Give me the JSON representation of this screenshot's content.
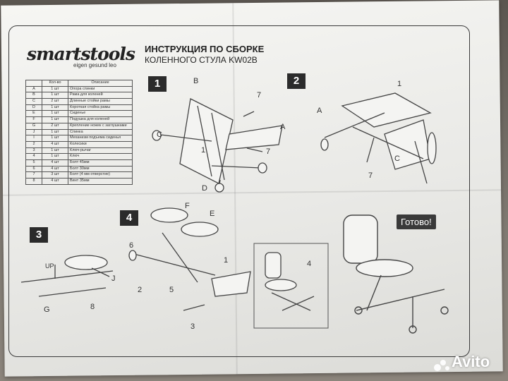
{
  "header": {
    "logo_text": "smartstools",
    "tagline": "eigen gesund  leo",
    "title_line1": "ИНСТРУКЦИЯ ПО СБОРКЕ",
    "title_line2": "КОЛЕННОГО СТУЛА KW02B"
  },
  "parts_table": {
    "columns": [
      "",
      "Кол-во",
      "Описание"
    ],
    "rows": [
      [
        "A",
        "1 шт",
        "Опора спинки"
      ],
      [
        "B",
        "1 шт",
        "Рама для коленей"
      ],
      [
        "C",
        "2 шт",
        "Длинные стойки рамы"
      ],
      [
        "D",
        "1 шт",
        "Короткая стойка рамы"
      ],
      [
        "E",
        "1 шт",
        "Сиденье"
      ],
      [
        "F",
        "1 шт",
        "Подушка для коленей"
      ],
      [
        "G",
        "2 шт",
        "Крепление ножек с заглушками"
      ],
      [
        "J",
        "1 шт",
        "Спинка"
      ],
      [
        "I",
        "1 шт",
        "Механизм подъема сиденья"
      ],
      [
        "2",
        "4 шт",
        "Колесики"
      ],
      [
        "3",
        "1 шт",
        "Ключ-рычаг"
      ],
      [
        "4",
        "1 шт",
        "Ключ"
      ],
      [
        "5",
        "4 шт",
        "Болт 45мм"
      ],
      [
        "6",
        "4 шт",
        "Болт 30мм"
      ],
      [
        "7",
        "3 шт",
        "Болт (4 мм отверстие)"
      ],
      [
        "8",
        "4 шт",
        "Винт 35мм"
      ]
    ]
  },
  "steps": {
    "s1": "1",
    "s2": "2",
    "s3": "3",
    "s4": "4",
    "done": "Готово!"
  },
  "callouts": {
    "step1": [
      "B",
      "7",
      "C",
      "A",
      "1",
      "7",
      "D"
    ],
    "step2": [
      "A",
      "1",
      "C",
      "7"
    ],
    "step3": [
      "UP",
      "J",
      "G",
      "8"
    ],
    "step4": [
      "F",
      "E",
      "6",
      "1",
      "2",
      "5",
      "3"
    ],
    "step4b": [
      "4"
    ]
  },
  "watermark": "Avito"
}
